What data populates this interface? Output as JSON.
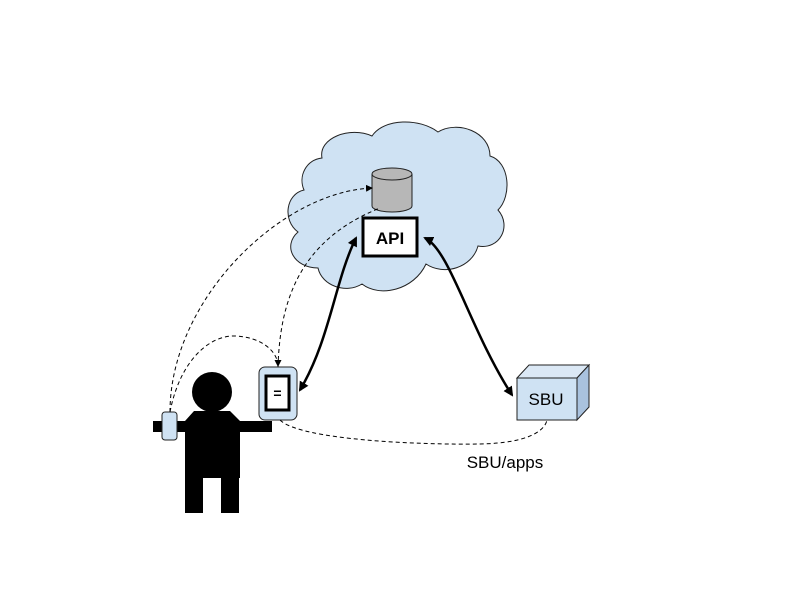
{
  "diagram": {
    "api_label": "API",
    "sbu_label": "SBU",
    "sbu_apps_label": "SBU/apps",
    "device_screen_label": "="
  },
  "colors": {
    "cloud_fill": "#cfe2f3",
    "cloud_stroke": "#222222",
    "database_fill": "#b7b7b7",
    "box_fill": "#cfe2f3",
    "person": "#000000",
    "arrow": "#000000"
  }
}
